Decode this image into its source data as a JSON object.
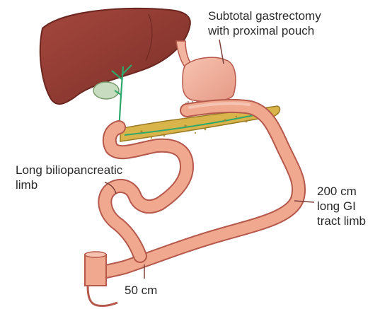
{
  "labels": {
    "gastrectomy": [
      "Subtotal gastrectomy",
      "with proximal pouch"
    ],
    "biliopancreatic": [
      "Long biliopancreatic",
      "limb"
    ],
    "gi_limb": [
      "200 cm",
      "long GI",
      "tract limb"
    ],
    "common_channel": "50 cm"
  },
  "colors": {
    "liver": "#8f3b32",
    "bowel": "#f0a88f",
    "bowel_outline": "#b4594c",
    "pancreas": "#d9b44a",
    "gallbladder": "#c8dcc0",
    "duct": "#2ea86a",
    "leader_line": "#7a3f38"
  }
}
